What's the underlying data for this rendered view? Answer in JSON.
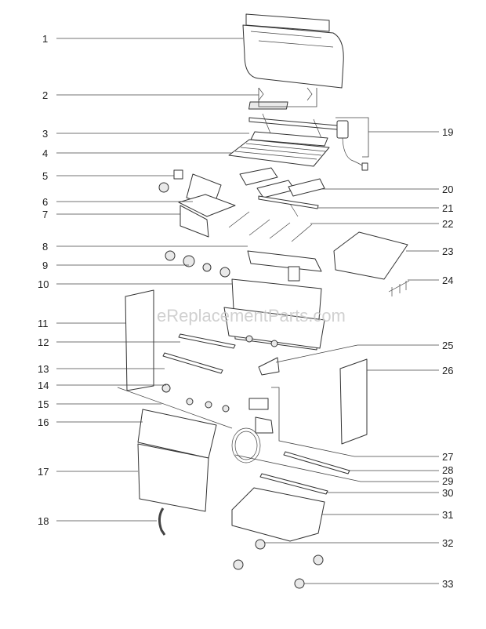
{
  "watermark": "eReplacementParts.com",
  "callouts": [
    "1",
    "2",
    "3",
    "4",
    "5",
    "6",
    "7",
    "8",
    "9",
    "10",
    "11",
    "12",
    "13",
    "14",
    "15",
    "16",
    "17",
    "18",
    "19",
    "20",
    "21",
    "22",
    "23",
    "24",
    "25",
    "26",
    "27",
    "28",
    "29",
    "30",
    "31",
    "32",
    "33"
  ]
}
